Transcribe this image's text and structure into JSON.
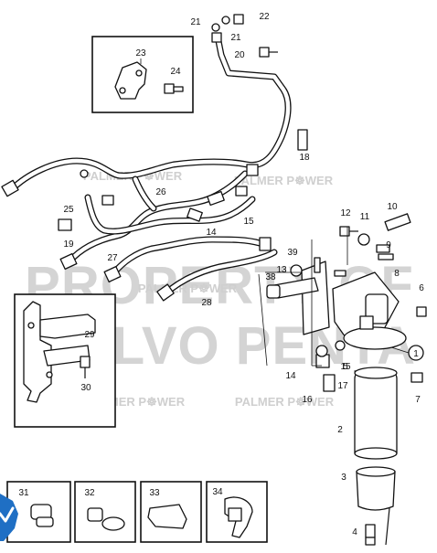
{
  "watermark": {
    "line1": "PROPERTY OF",
    "line2": "VOLVO PENTA",
    "brand": "PALMER P☸WER"
  },
  "callouts": {
    "c1": "1",
    "c2": "2",
    "c3": "3",
    "c4": "4",
    "c5": "5",
    "c6": "6",
    "c7": "7",
    "c8": "8",
    "c9": "9",
    "c10": "10",
    "c11": "11",
    "c12": "12",
    "c13": "13",
    "c14a": "14",
    "c14b": "14",
    "c15a": "15",
    "c15b": "15",
    "c16": "16",
    "c17": "17",
    "c18": "18",
    "c19": "19",
    "c20": "20",
    "c21a": "21",
    "c21b": "21",
    "c22": "22",
    "c23": "23",
    "c24": "24",
    "c25": "25",
    "c26": "26",
    "c27": "27",
    "c28": "28",
    "c29": "29",
    "c30": "30",
    "c31": "31",
    "c32": "32",
    "c33": "33",
    "c34": "34",
    "c38": "38",
    "c39": "39"
  },
  "colors": {
    "line": "#111111",
    "watermark": "#d4d4d4",
    "badge": "#1f6fc4"
  },
  "icons": {
    "badge": "verified-check-icon"
  }
}
